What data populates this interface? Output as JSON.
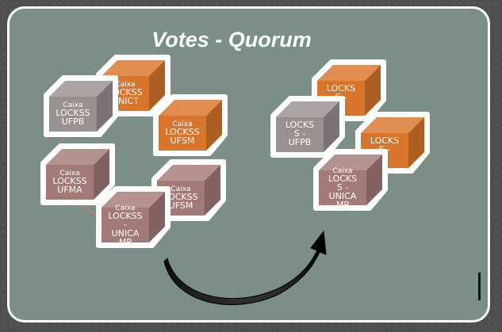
{
  "title": "Votes - Quorum",
  "colors": {
    "background": "#4f4f4f",
    "panel": "#7b8e88",
    "orange": "#d9752a",
    "mauve": "#a37a78",
    "gray": "#9a9090",
    "ring": "#b7826b",
    "arrow": "#111111"
  },
  "left_ring": {
    "nodes": [
      {
        "lines": [
          "Caixa",
          "LOCKSS",
          "UNICT"
        ],
        "color": "orange"
      },
      {
        "lines": [
          "Caixa",
          "LOCKSS",
          "UFSM"
        ],
        "color": "orange"
      },
      {
        "lines": [
          "Caixa",
          "LOCKSS",
          "UFSM"
        ],
        "color": "mauve"
      },
      {
        "lines": [
          "Caixa",
          "LOCKSS",
          "-",
          "UNICA",
          "MP"
        ],
        "color": "mauve"
      },
      {
        "lines": [
          "Caixa",
          "LOCKSS",
          "UFMA"
        ],
        "color": "mauve"
      },
      {
        "lines": [
          "Caixa",
          "LOCKSS",
          "UFPB"
        ],
        "color": "gray"
      }
    ]
  },
  "right_ring": {
    "nodes": [
      {
        "lines": [
          "LOCKS",
          "S -"
        ],
        "color": "orange"
      },
      {
        "lines": [
          "LOCKS",
          "S -"
        ],
        "color": "orange"
      },
      {
        "lines": [
          "Caixa",
          "LOCKS",
          "S -",
          "UNICA",
          "MP"
        ],
        "color": "mauve"
      },
      {
        "lines": [
          "LOCKS",
          "S -",
          "UFPB"
        ],
        "color": "gray"
      }
    ]
  },
  "icons": {
    "arrow": "curved-arrow-icon",
    "cursor": "text-cursor-icon"
  }
}
